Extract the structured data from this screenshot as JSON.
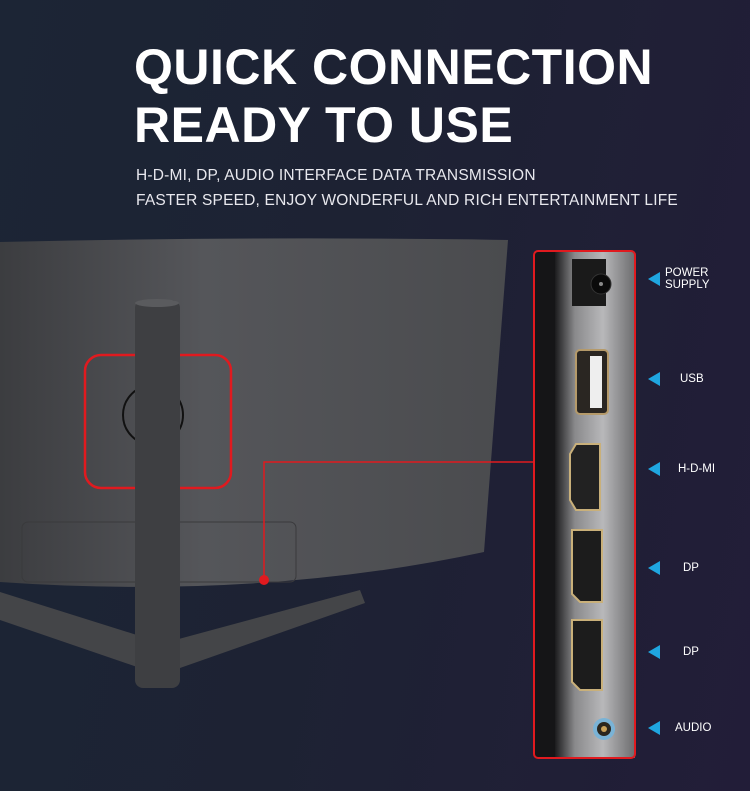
{
  "headline": {
    "line1": "QUICK CONNECTION",
    "line2": "READY TO USE"
  },
  "subtitle": {
    "line1": "H-D-MI, DP, AUDIO INTERFACE DATA TRANSMISSION",
    "line2": "FASTER SPEED, ENJOY WONDERFUL AND RICH ENTERTAINMENT LIFE"
  },
  "ports": [
    {
      "label": "POWER SUPPLY",
      "icon": "power-jack-icon"
    },
    {
      "label": "USB",
      "icon": "usb-port-icon"
    },
    {
      "label": "H-D-MI",
      "icon": "hdmi-port-icon"
    },
    {
      "label": "DP",
      "icon": "displayport-icon"
    },
    {
      "label": "DP",
      "icon": "displayport-icon"
    },
    {
      "label": "AUDIO",
      "icon": "audio-jack-icon"
    }
  ],
  "colors": {
    "accent_red": "#e01a1f",
    "arrow_blue": "#1fa6e0"
  }
}
